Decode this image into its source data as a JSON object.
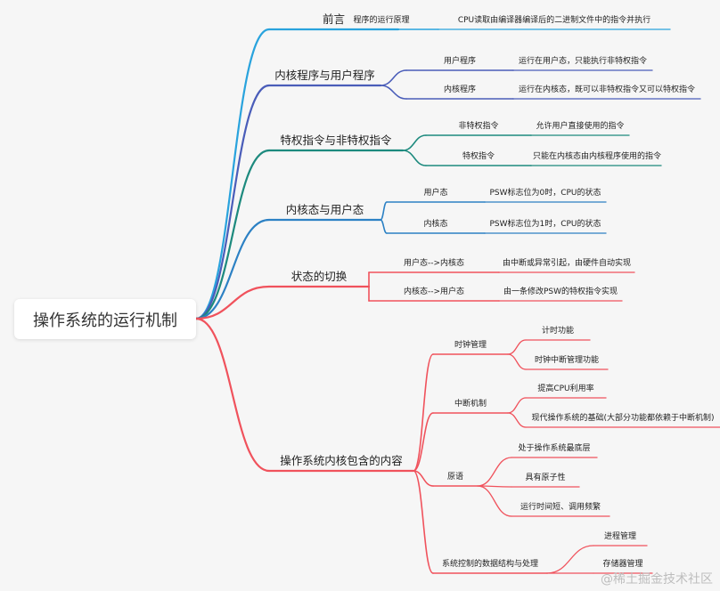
{
  "root": "操作系统的运行机制",
  "branches": [
    {
      "label": "前言",
      "color": "#29a3dd",
      "children": [
        {
          "label": "程序的运行原理",
          "children": [
            {
              "label": "CPU读取由编译器编译后的二进制文件中的指令并执行"
            }
          ]
        }
      ]
    },
    {
      "label": "内核程序与用户程序",
      "color": "#4a5db9",
      "children": [
        {
          "label": "用户程序",
          "children": [
            {
              "label": "运行在用户态，只能执行非特权指令"
            }
          ]
        },
        {
          "label": "内核程序",
          "children": [
            {
              "label": "运行在内核态，既可以非特权指令又可以特权指令"
            }
          ]
        }
      ]
    },
    {
      "label": "特权指令与非特权指令",
      "color": "#1d8a7e",
      "children": [
        {
          "label": "非特权指令",
          "children": [
            {
              "label": "允许用户直接使用的指令"
            }
          ]
        },
        {
          "label": "特权指令",
          "children": [
            {
              "label": "只能在内核态由内核程序使用的指令"
            }
          ]
        }
      ]
    },
    {
      "label": "内核态与用户态",
      "color": "#2c81c4",
      "children": [
        {
          "label": "用户态",
          "children": [
            {
              "label": "PSW标志位为0时，CPU的状态"
            }
          ]
        },
        {
          "label": "内核态",
          "children": [
            {
              "label": "PSW标志位为1时，CPU的状态"
            }
          ]
        }
      ]
    },
    {
      "label": "状态的切换",
      "color": "#f0525c",
      "children": [
        {
          "label": "用户态-->内核态",
          "children": [
            {
              "label": "由中断或异常引起，由硬件自动实现"
            }
          ]
        },
        {
          "label": "内核态-->用户态",
          "children": [
            {
              "label": "由一条修改PSW的特权指令实现"
            }
          ]
        }
      ]
    },
    {
      "label": "操作系统内核包含的内容",
      "color": "#f0525c",
      "children": [
        {
          "label": "时钟管理",
          "children": [
            {
              "label": "计时功能"
            },
            {
              "label": "时钟中断管理功能"
            }
          ]
        },
        {
          "label": "中断机制",
          "children": [
            {
              "label": "提高CPU利用率"
            },
            {
              "label": "现代操作系统的基础(大部分功能都依赖于中断机制)"
            }
          ]
        },
        {
          "label": "原语",
          "children": [
            {
              "label": "处于操作系统最底层"
            },
            {
              "label": "具有原子性"
            },
            {
              "label": "运行时间短、调用频繁"
            }
          ]
        },
        {
          "label": "系统控制的数据结构与处理",
          "children": [
            {
              "label": "进程管理"
            },
            {
              "label": "存储器管理"
            }
          ]
        }
      ]
    }
  ],
  "watermark": "@稀土掘金技术社区"
}
